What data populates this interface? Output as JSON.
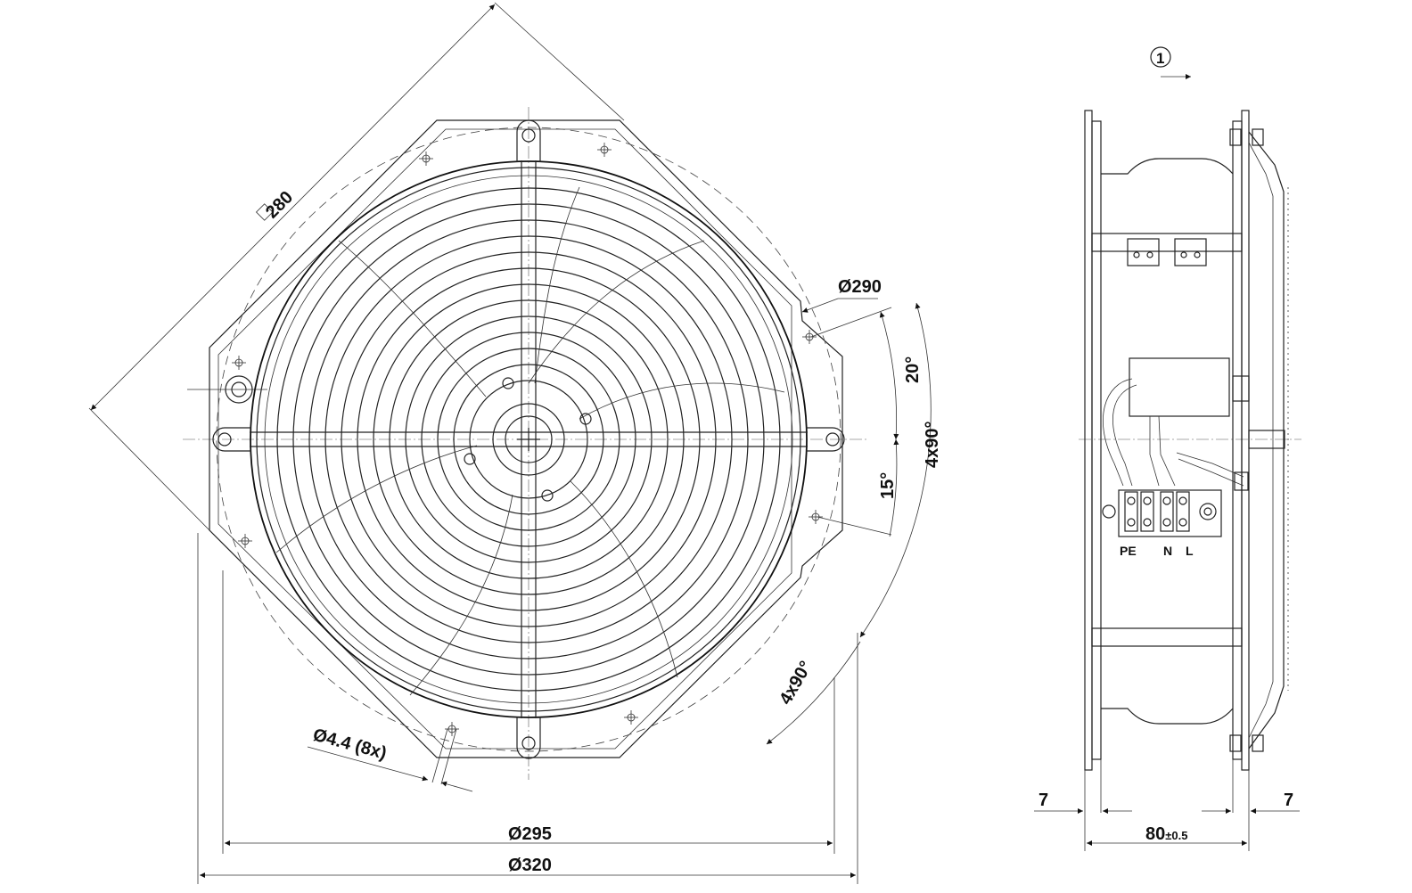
{
  "drawing": {
    "front_view": {
      "square_dim": "280",
      "hole_circle_dim": "Ø290",
      "angle_top": "20°",
      "angle_right": "4x90°",
      "angle_mid": "15°",
      "angle_bottom": "4x90°",
      "hole_dim": "Ø4.4 (8x)",
      "inner_diameter": "Ø295",
      "outer_diameter": "Ø320"
    },
    "side_view": {
      "airflow_marker": "1",
      "terminal_pe": "PE",
      "terminal_n": "N",
      "terminal_l": "L",
      "left_offset": "7",
      "right_offset": "7",
      "depth_dim": "80",
      "depth_tol": "±0.5"
    },
    "colors": {
      "ink": "#111111",
      "background": "#ffffff"
    }
  }
}
